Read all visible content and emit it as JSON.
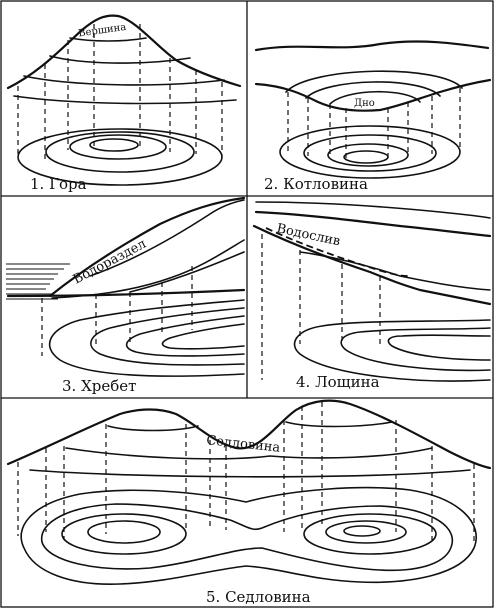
{
  "panels": [
    {
      "caption": "1. Гора",
      "label": "Вершина"
    },
    {
      "caption": "2. Котловина",
      "label": "Дно"
    },
    {
      "caption": "3. Хребет",
      "label": "Водораздел"
    },
    {
      "caption": "4. Лощина",
      "label": "Водослив"
    },
    {
      "caption": "5. Седловина",
      "label": "Седловина"
    }
  ]
}
